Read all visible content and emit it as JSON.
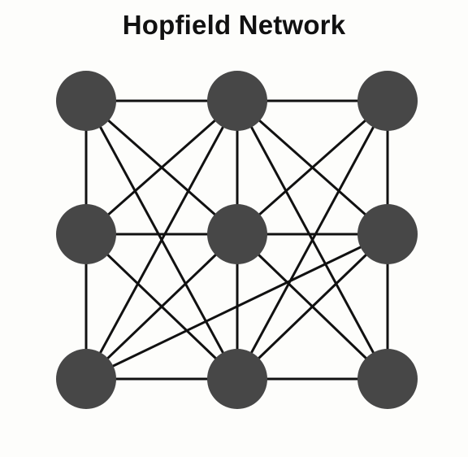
{
  "title": "Hopfield Network",
  "colors": {
    "node_fill": "#474747",
    "edge_stroke": "#111111",
    "background": "#fdfdfb"
  },
  "nodes": [
    {
      "id": "n1",
      "row": 0,
      "col": 0
    },
    {
      "id": "n2",
      "row": 0,
      "col": 1
    },
    {
      "id": "n3",
      "row": 0,
      "col": 2
    },
    {
      "id": "n4",
      "row": 1,
      "col": 0
    },
    {
      "id": "n5",
      "row": 1,
      "col": 1
    },
    {
      "id": "n6",
      "row": 1,
      "col": 2
    },
    {
      "id": "n7",
      "row": 2,
      "col": 0
    },
    {
      "id": "n8",
      "row": 2,
      "col": 1
    },
    {
      "id": "n9",
      "row": 2,
      "col": 2
    }
  ],
  "edges": [
    [
      "n1",
      "n2"
    ],
    [
      "n2",
      "n3"
    ],
    [
      "n4",
      "n5"
    ],
    [
      "n5",
      "n6"
    ],
    [
      "n7",
      "n8"
    ],
    [
      "n8",
      "n9"
    ],
    [
      "n1",
      "n4"
    ],
    [
      "n4",
      "n7"
    ],
    [
      "n2",
      "n5"
    ],
    [
      "n5",
      "n8"
    ],
    [
      "n3",
      "n6"
    ],
    [
      "n6",
      "n9"
    ],
    [
      "n1",
      "n5"
    ],
    [
      "n1",
      "n8"
    ],
    [
      "n2",
      "n4"
    ],
    [
      "n2",
      "n6"
    ],
    [
      "n2",
      "n7"
    ],
    [
      "n2",
      "n9"
    ],
    [
      "n3",
      "n5"
    ],
    [
      "n3",
      "n8"
    ],
    [
      "n4",
      "n8"
    ],
    [
      "n5",
      "n7"
    ],
    [
      "n5",
      "n9"
    ],
    [
      "n6",
      "n7"
    ],
    [
      "n6",
      "n8"
    ]
  ]
}
